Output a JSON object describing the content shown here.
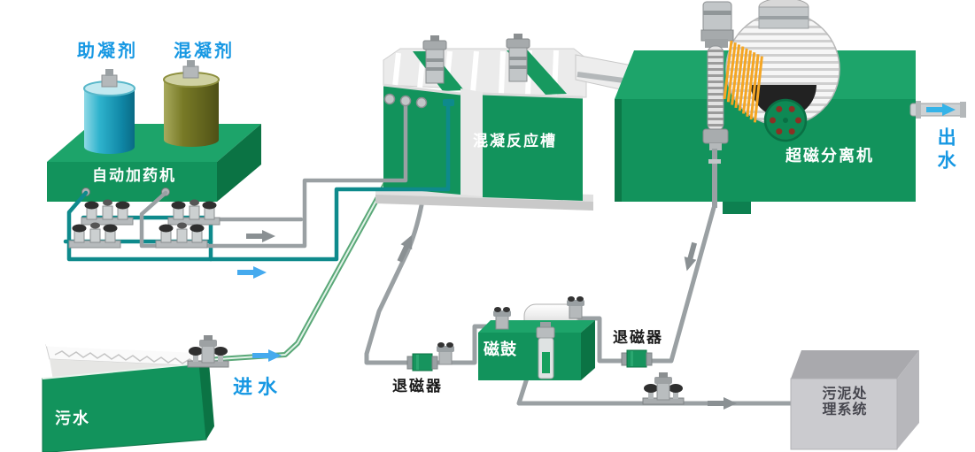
{
  "diagram_type": "water-treatment-process-flow",
  "components": {
    "dosing_machine": {
      "label": "自动加药机",
      "tank_left_label": "助凝剂",
      "tank_right_label": "混凝剂"
    },
    "reaction_tank": {
      "label": "混凝反应槽"
    },
    "magnetic_separator": {
      "label": "超磁分离机"
    },
    "magnetic_drum": {
      "label": "磁鼓"
    },
    "demagnetizer_upper": {
      "label": "退磁器"
    },
    "demagnetizer_lower": {
      "label": "退磁器"
    },
    "sewage_tank": {
      "label": "污水"
    },
    "sludge_system": {
      "label": "污泥处理系统"
    },
    "flows": {
      "inlet": "进水",
      "outlet": "出水"
    }
  },
  "colors": {
    "machine_green": "#12935C",
    "machine_green_top": "#1DA46A",
    "machine_green_dark": "#0B7344",
    "label_blue": "#1798E3",
    "pipe_teal": "#0E8A8C",
    "pipe_gray": "#9AA0A3",
    "pipe_green": "#5AA878",
    "tank_cyan": "#2FB3CD",
    "tank_olive": "#787A26",
    "scraper_orange": "#F5A623",
    "sludge_box_gray": "#CBCBCF",
    "drum_white": "#F6F6F6"
  }
}
